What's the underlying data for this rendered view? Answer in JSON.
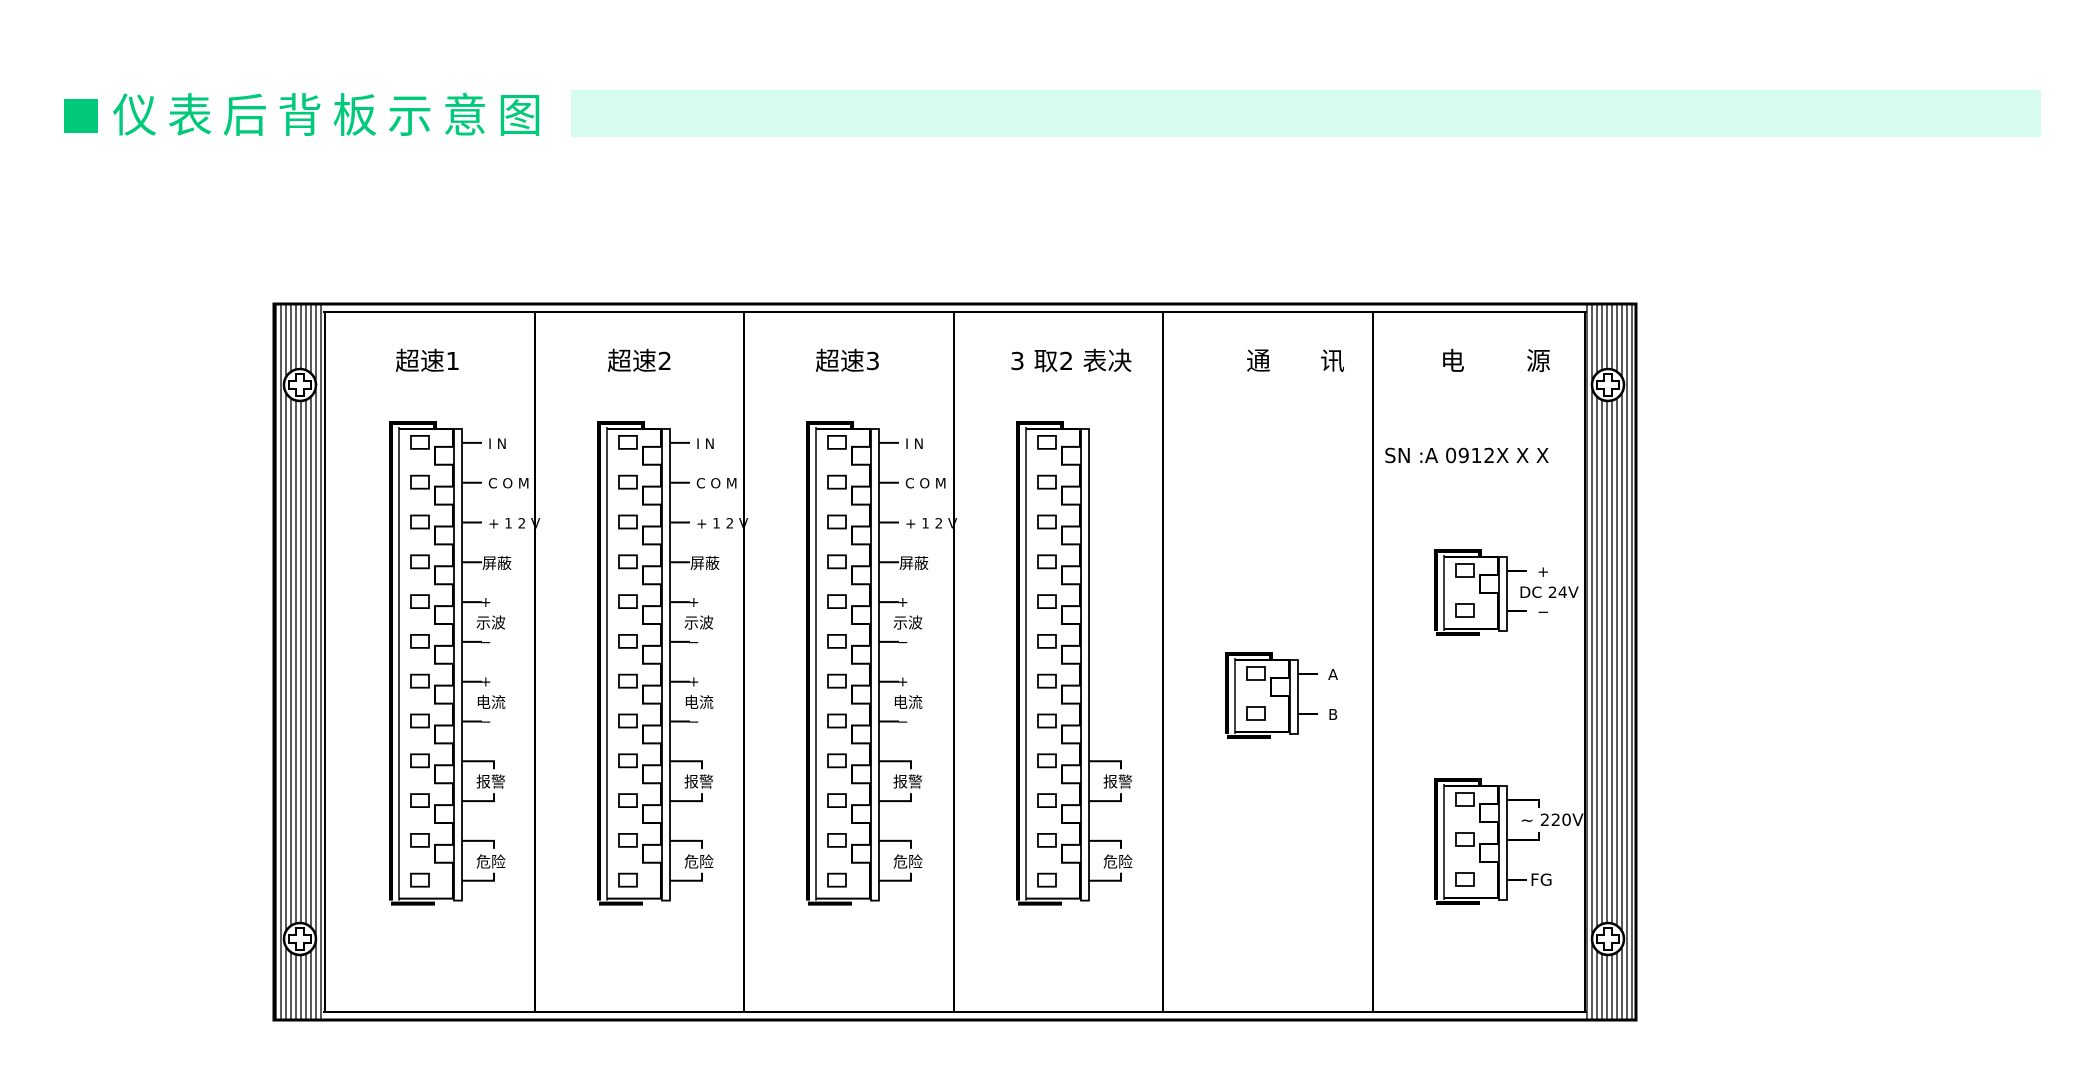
{
  "header": {
    "title": "仪表后背板示意图",
    "accent": "#00c97a",
    "bar_color": "#d6fbef"
  },
  "columns": [
    {
      "title": "超速1",
      "type": "tacho"
    },
    {
      "title": "超速2",
      "type": "tacho"
    },
    {
      "title": "超速3",
      "type": "tacho"
    },
    {
      "title": "3 取2 表决",
      "type": "vote"
    },
    {
      "title_parts": [
        "通",
        "讯"
      ],
      "type": "comm"
    },
    {
      "title_parts": [
        "电",
        "源"
      ],
      "type": "power"
    }
  ],
  "tacho_labels": {
    "in": "I N",
    "com": "C O M",
    "v12": "+ 1 2 V",
    "shield": "屏蔽",
    "plus": "+",
    "minus": "−",
    "scope": "示波",
    "current": "电流",
    "alarm": "报警",
    "danger": "危险"
  },
  "comm_labels": {
    "a": "A",
    "b": "B"
  },
  "power": {
    "sn": "SN :A 0912X X X",
    "dc_plus": "+",
    "dc_label": "DC 24V",
    "dc_minus": "−",
    "ac_label": "~ 220V",
    "fg_label": "FG"
  }
}
